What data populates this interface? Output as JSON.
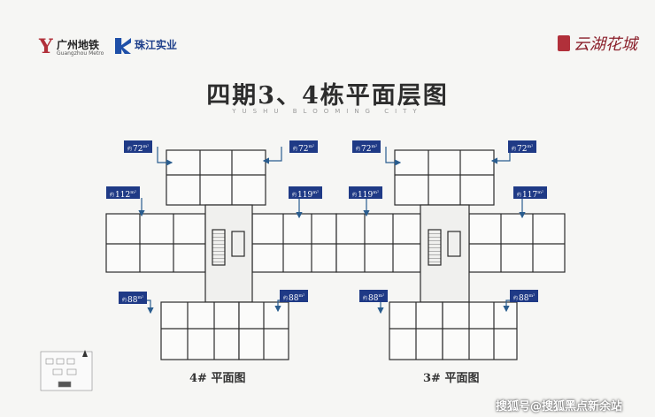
{
  "brands": {
    "metro_cn": "广州地铁",
    "metro_en": "Guangzhou Metro",
    "pearl_cn": "珠江实业",
    "project_cn": "云湖花城"
  },
  "title": "四期3、4栋平面层图",
  "subtitle": "YUSHU BLOOMING CITY",
  "area_prefix": "约",
  "area_unit_sup": "m²",
  "tags": {
    "b4_tl": "72",
    "b4_tr": "72",
    "b4_ml": "112",
    "b4_mr": "119",
    "b4_bl": "88",
    "b4_br": "88",
    "b3_tl": "72",
    "b3_tr": "72",
    "b3_ml": "119",
    "b3_mr": "117",
    "b3_bl": "88",
    "b3_br": "88"
  },
  "plan_labels": {
    "building4": "4# 平面图",
    "building3": "3# 平面图"
  },
  "watermark": "搜狐号@搜狐黑点新余站",
  "colors": {
    "tag_blue": "#1f3a86",
    "arrow_blue": "#2a5d8f",
    "wall": "#2c2c2c",
    "metro_red": "#b1303a"
  }
}
